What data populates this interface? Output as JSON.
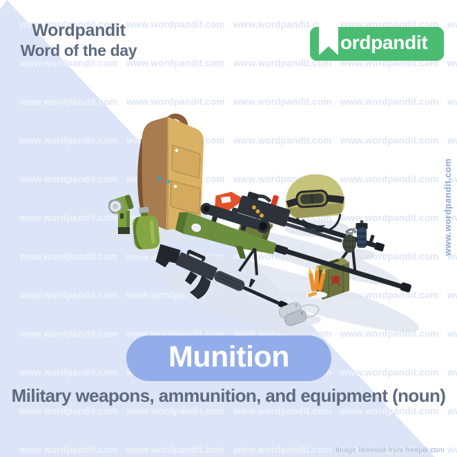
{
  "header": {
    "brand": "Wordpandit",
    "subtitle": "Word of the day"
  },
  "logo": {
    "text": "ordpandit",
    "bookmark_icon": "bookmark-ribbon",
    "background_color": "#4abc72",
    "text_color": "#ffffff"
  },
  "watermark": {
    "text": "www.wordpandit.com",
    "vertical_text": "www.wordpandit.com"
  },
  "word_card": {
    "word": "Munition",
    "pill_color": "#92ade9",
    "word_color": "#ffffff"
  },
  "definition": {
    "text": "Military weapons, ammunition, and equipment (noun)"
  },
  "footer": {
    "license": "Image licensed from freepik.com"
  },
  "colors": {
    "background_blue": "#dce4f7",
    "background_white": "#ffffff",
    "heading_text": "#5c6b80",
    "watermark_on_blue": "rgba(255,255,255,0.55)",
    "watermark_on_white": "rgba(160,180,221,0.35)",
    "vertical_watermark": "#8ca4d2"
  },
  "illustration": {
    "style": "isometric military equipment set",
    "items": [
      {
        "id": "backpack",
        "label": "tactical backpack",
        "color": "#d9b266"
      },
      {
        "id": "flashlight",
        "label": "angle-head flashlight",
        "color": "#7da23f"
      },
      {
        "id": "canteen",
        "label": "canteen flask",
        "color": "#85a742"
      },
      {
        "id": "sniper-rifle",
        "label": "sniper rifle with scope",
        "color": "#6b8f3e"
      },
      {
        "id": "machine-gun",
        "label": "machine gun with ammo box",
        "color": "#e2512a"
      },
      {
        "id": "assault-rifle",
        "label": "assault rifle",
        "color": "#23272d"
      },
      {
        "id": "helmet",
        "label": "combat helmet with goggles",
        "color": "#c6c37a"
      },
      {
        "id": "frag-grenade",
        "label": "fragmentation grenade",
        "color": "#454c41"
      },
      {
        "id": "stun-grenade",
        "label": "stun grenade",
        "color": "#334660"
      },
      {
        "id": "ammo-box",
        "label": "ammunition box",
        "color": "#6d743f"
      },
      {
        "id": "bullets",
        "label": "rifle cartridges",
        "color": "#ef8d2a"
      },
      {
        "id": "dog-tags",
        "label": "dog tags",
        "color": "#cdd2d8"
      }
    ]
  }
}
